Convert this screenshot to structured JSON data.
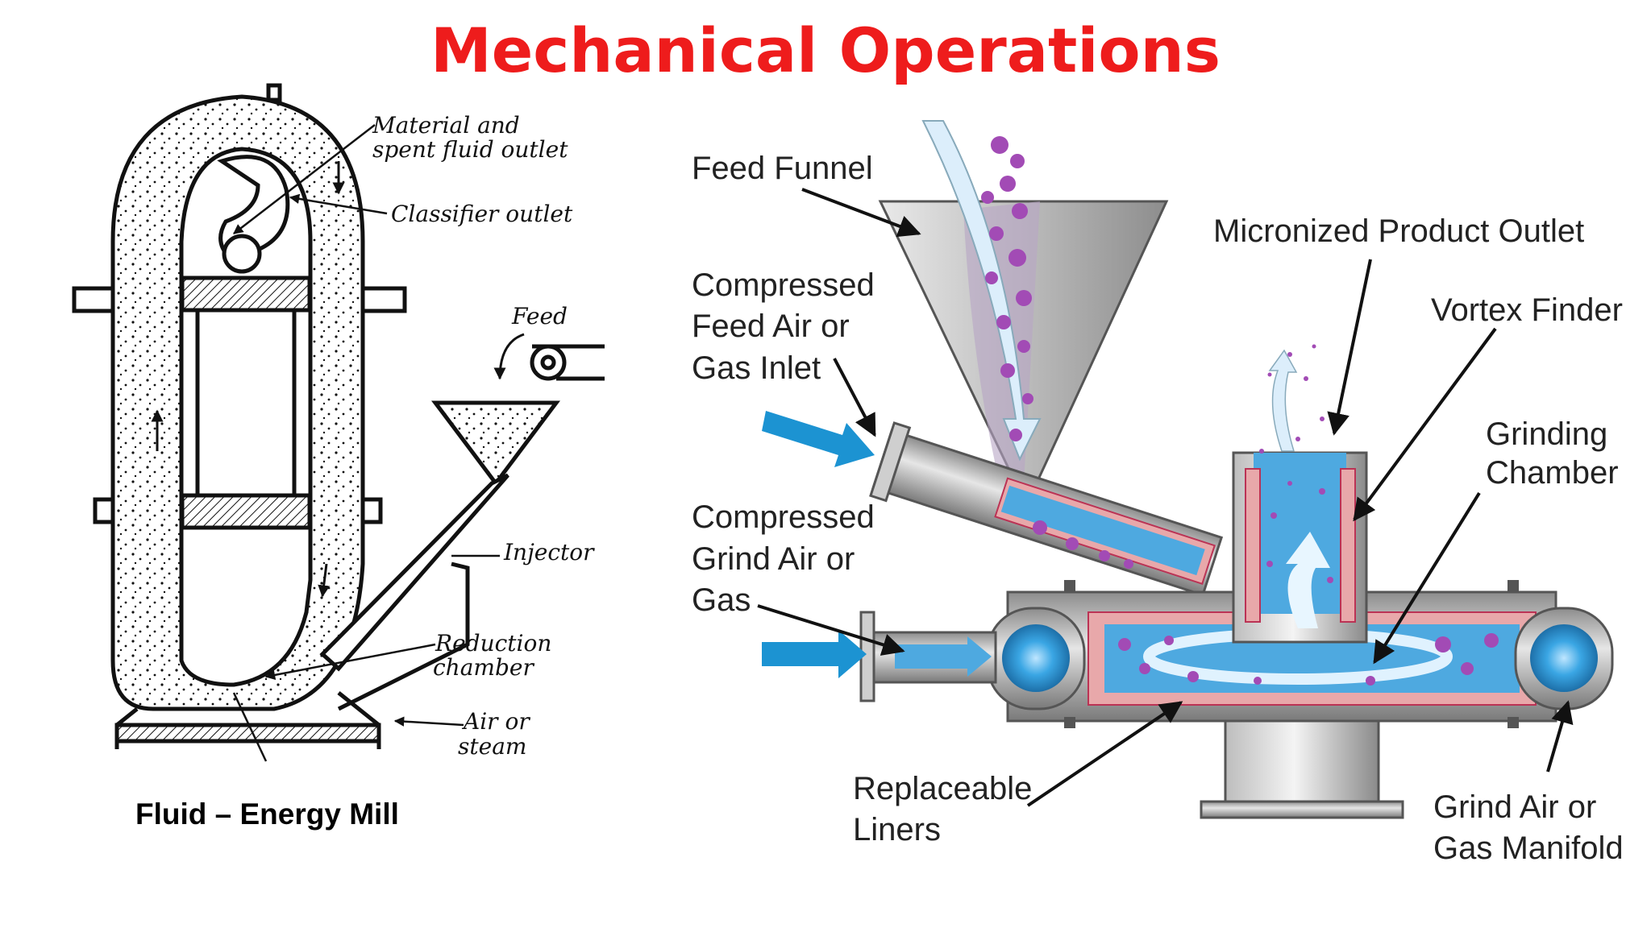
{
  "title": "Mechanical Operations",
  "colors": {
    "title": "#ee1c1c",
    "water": "#4ea9e0",
    "liner": "#e8a8aa",
    "particle": "#a24bb5",
    "arrow_blue": "#1c93d2",
    "metal": "#9a9a9a"
  },
  "left_diagram": {
    "caption": "Fluid – Energy Mill",
    "labels": {
      "material_outlet_1": "Material and",
      "material_outlet_2": "spent fluid outlet",
      "classifier_outlet": "Classifier outlet",
      "feed": "Feed",
      "injector": "Injector",
      "reduction_1": "Reduction",
      "reduction_2": "chamber",
      "air_1": "Air or",
      "air_2": "steam"
    }
  },
  "right_diagram": {
    "labels": {
      "feed_funnel": "Feed Funnel",
      "compressed_feed_1": "Compressed",
      "compressed_feed_2": "Feed Air or",
      "compressed_feed_3": "Gas Inlet",
      "compressed_grind_1": "Compressed",
      "compressed_grind_2": "Grind Air or",
      "compressed_grind_3": "Gas",
      "micronized_outlet": "Micronized Product Outlet",
      "vortex_finder": "Vortex Finder",
      "grinding_1": "Grinding",
      "grinding_2": "Chamber",
      "liners_1": "Replaceable",
      "liners_2": "Liners",
      "manifold_1": "Grind Air or",
      "manifold_2": "Gas Manifold"
    }
  }
}
